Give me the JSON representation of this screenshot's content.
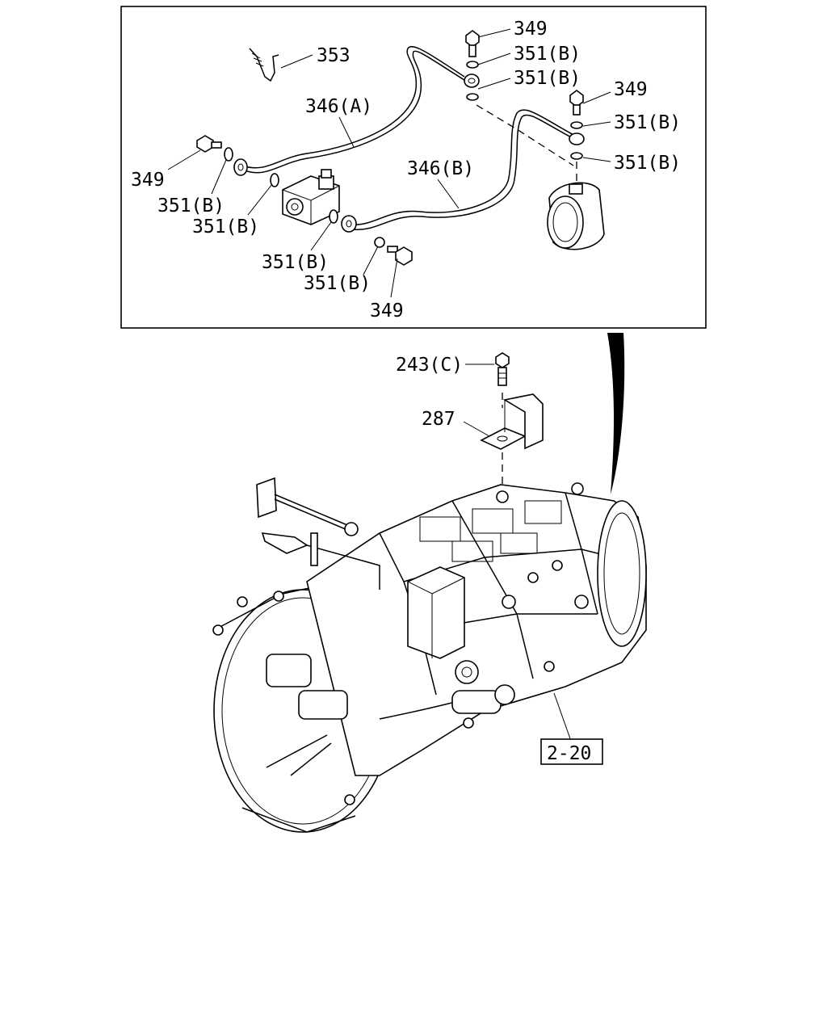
{
  "labels": {
    "p353": "353",
    "p349_top": "349",
    "p351b_1": "351(B)",
    "p351b_2": "351(B)",
    "p349_right": "349",
    "p351b_3": "351(B)",
    "p351b_4": "351(B)",
    "p346a": "346(A)",
    "p346b": "346(B)",
    "p349_left": "349",
    "p351b_5": "351(B)",
    "p351b_6": "351(B)",
    "p351b_7": "351(B)",
    "p351b_8": "351(B)",
    "p349_bottom": "349",
    "p243c": "243(C)",
    "p287": "287",
    "ref": "2-20"
  }
}
